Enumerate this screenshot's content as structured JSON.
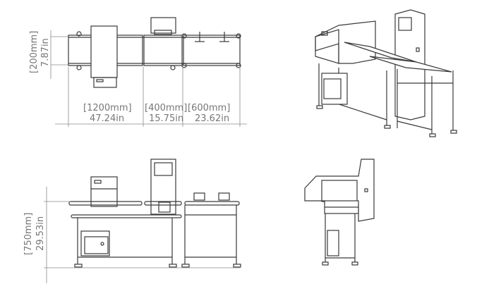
{
  "diagram": {
    "type": "technical-drawing",
    "subject": "metal detector + checkweigher conveyor line",
    "views": {
      "top": {
        "height_dim": {
          "mm": "[200mm]",
          "in": "7.87in"
        },
        "segments": [
          {
            "mm": "[1200mm]",
            "in": "47.24in"
          },
          {
            "mm": "[400mm]",
            "in": "15.75in"
          },
          {
            "mm": "[600mm]",
            "in": "23.62in"
          }
        ]
      },
      "front": {
        "height_dim": {
          "mm": "[750mm]",
          "in": "29.53in"
        }
      },
      "isometric": {},
      "side": {}
    },
    "colors": {
      "line": "#3a3a3a",
      "dimension": "#8a8a8a",
      "text": "#777777"
    }
  }
}
